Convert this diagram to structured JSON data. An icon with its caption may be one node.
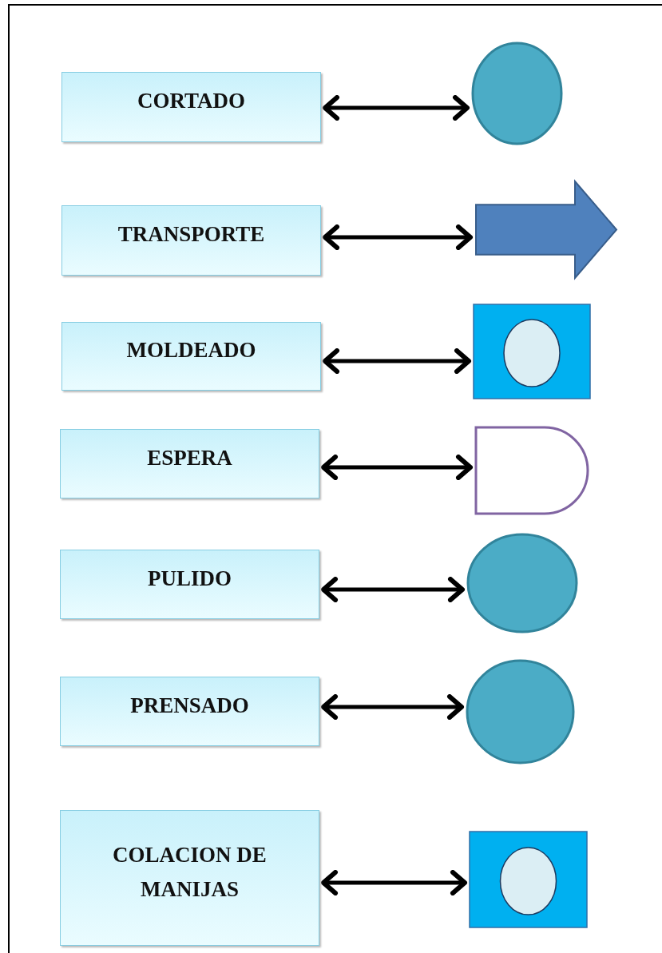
{
  "diagram": {
    "nodes": [
      {
        "text": [
          "CORTADO"
        ]
      },
      {
        "text": [],
        "shape": "circle"
      },
      {
        "text": [
          "TRANSPORTE"
        ]
      },
      {
        "text": [],
        "shape": "arrow"
      },
      {
        "text": [
          "MOLDEADO"
        ]
      },
      {
        "text": [],
        "shape": "box"
      },
      {
        "text": [
          "ESPERA"
        ]
      },
      {
        "text": [],
        "shape": "semicircle"
      },
      {
        "text": [
          "PULIDO"
        ]
      },
      {
        "text": [],
        "shape": "circle"
      },
      {
        "text": [
          "PRENSADO"
        ]
      },
      {
        "text": [],
        "shape": "circle"
      },
      {
        "text": [
          "COLACION DE MANIJAS"
        ]
      },
      {
        "text": [],
        "shape": "box"
      }
    ],
    "edges": [
      {
        "from": 0,
        "to": 1,
        "arrow": "both"
      },
      {
        "from": 2,
        "to": 3,
        "arrow": "both"
      },
      {
        "from": 4,
        "to": 5,
        "arrow": "both"
      },
      {
        "from": 6,
        "to": 7,
        "arrow": "both"
      },
      {
        "from": 8,
        "to": 9,
        "arrow": "both"
      },
      {
        "from": 10,
        "to": 11,
        "arrow": "both"
      },
      {
        "from": 12,
        "to": 13,
        "arrow": "both"
      }
    ]
  }
}
